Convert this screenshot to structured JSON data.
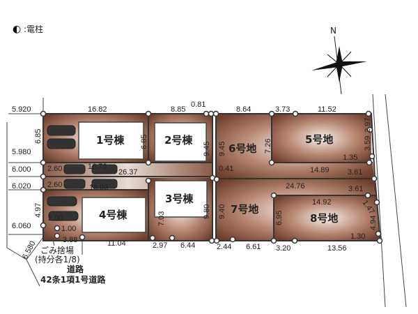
{
  "legend": {
    "symbol": "◐",
    "text": ":電柱"
  },
  "compass": {
    "label": "N"
  },
  "road_widths": [
    "5.920",
    "5.980",
    "6.000",
    "6.020",
    "6.060",
    "6.580"
  ],
  "lots": {
    "b1": "1号棟",
    "b2": "2号棟",
    "b3": "3号棟",
    "b4": "4号棟",
    "l5": "5号地",
    "l6": "6号地",
    "l7": "7号地",
    "l8": "8号地"
  },
  "dims": {
    "top_16_82": "16.82",
    "top_8_85": "8.85",
    "top_0_81": "0.81",
    "top_8_64": "8.64",
    "top_3_73": "3.73",
    "top_11_52": "11.52",
    "l1_left": "6.85",
    "l1_right": "6.85",
    "l2_right": "9.45",
    "l6_left": "9.45",
    "l5_left": "7.26",
    "r_2_97": "2.97",
    "r_3_59": "3.59",
    "r_1_35": "1.35",
    "l5_bottom": "14.89",
    "r_3_61a": "3.61",
    "d_0_41": "0.41",
    "drv1_w": "2.60",
    "drv1_len": "16.73",
    "drv1_total": "26.37",
    "drv2_w": "2.60",
    "drv2_len": "16.93",
    "l7_top": "24.76",
    "r_3_61b": "3.61",
    "l4_left": "4.97",
    "l4_2_00": "2.00",
    "l4_1_00": "1.00",
    "b_3_88": "3.88",
    "b_11_04": "11.04",
    "b_2_97": "2.97",
    "b_6_44": "6.44",
    "l3_left": "7.03",
    "l3_right": "9.80",
    "l7_left": "9.40",
    "l8_left": "6.95",
    "l8_top": "14.92",
    "r_1_47": "1.47",
    "r_4_94": "4.94",
    "r_1_30": "1.30",
    "b_2_44": "2.44",
    "b_6_61": "6.61",
    "b_3_20": "3.20",
    "b_13_56": "13.56"
  },
  "notes": {
    "garbage": "ごみ捨場",
    "share": "(持分各1/8)",
    "road": "道路",
    "road_type": "42条1項1号道路"
  },
  "colors": {
    "lot_dark": "#7a4a36",
    "lot_light": "#f4ece6",
    "line": "#333333"
  }
}
